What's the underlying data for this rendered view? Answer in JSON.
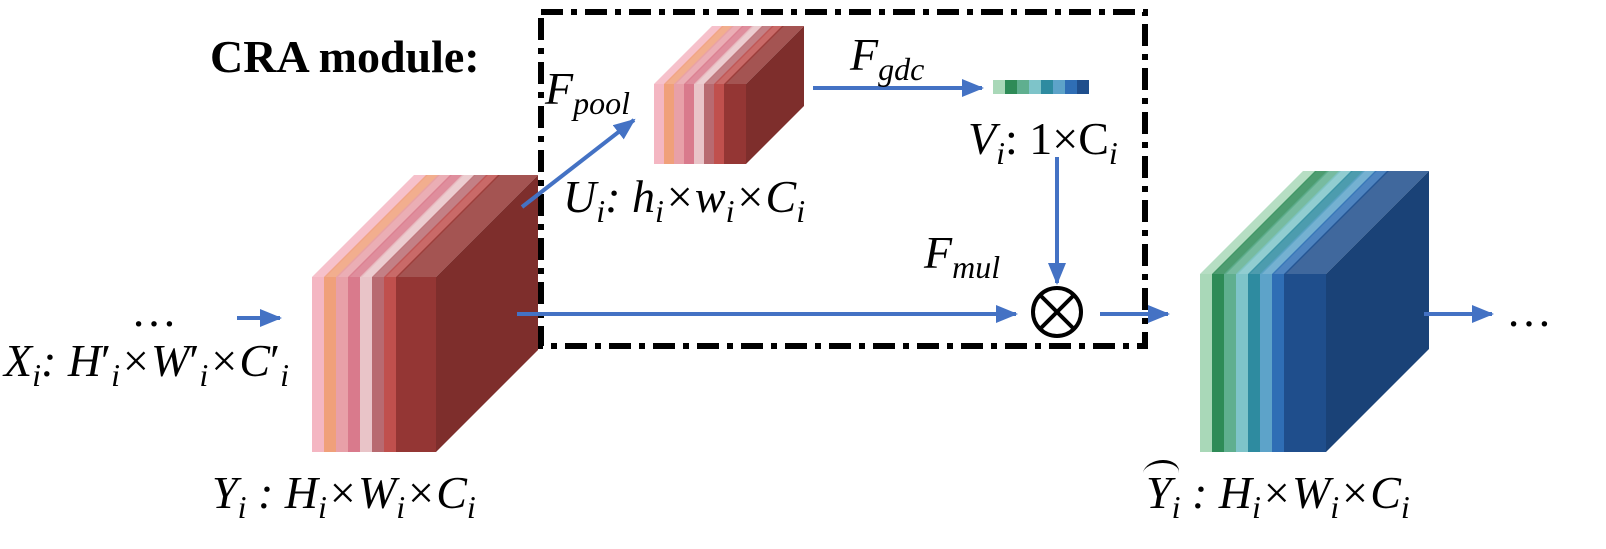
{
  "module": {
    "title": "CRA module:"
  },
  "labels": {
    "input_dots": "…",
    "output_dots": "…",
    "x_input": {
      "main": "X",
      "sub": "i",
      "rest": ": H",
      "p1": "′",
      "x1": "×W",
      "sub2": "i",
      "p2": "′",
      "x2": "×C",
      "sub3": "i",
      "p3": "′"
    },
    "y": {
      "main": "Y",
      "sub": "i",
      "rest": " : H",
      "sub2": "i",
      "x1": "×W",
      "sub3": "i",
      "x2": "×C",
      "sub4": "i"
    },
    "y_tilde": {
      "main": "Y",
      "sub": "i",
      "rest": " : H",
      "sub2": "i",
      "x1": "×W",
      "sub3": "i",
      "x2": "×C",
      "sub4": "i"
    },
    "u": {
      "main": "U",
      "sub": "i",
      "rest": ": h",
      "sub2": "i",
      "x1": "×w",
      "sub3": "i",
      "x2": "×C",
      "sub4": "i"
    },
    "v": {
      "main": "V",
      "sub": "i",
      "rest": ": 1×C",
      "sub2": "i"
    },
    "f_pool": {
      "main": "F",
      "sub": "pool"
    },
    "f_gdc": {
      "main": "F",
      "sub": "gdc"
    },
    "f_mul": {
      "main": "F",
      "sub": "mul"
    },
    "mul_symbol": "⊗"
  },
  "colors": {
    "arrow": "#4472C4",
    "red_stack": [
      "#F4B6C2",
      "#F0A07A",
      "#E8A0A8",
      "#D97A8C",
      "#E9C4C8",
      "#B86A70",
      "#C0504D",
      "#943634"
    ],
    "blue_stack": [
      "#A9D8B8",
      "#2E8B57",
      "#5FAF8F",
      "#7EC4C9",
      "#2E8BA0",
      "#5DA3C9",
      "#2F6EB5",
      "#1F4E8C"
    ],
    "v_vector": [
      "#A9D8B8",
      "#2E8B57",
      "#5FAF8F",
      "#7EC4C9",
      "#2E8BA0",
      "#5DA3C9",
      "#2F6EB5",
      "#1F4E8C"
    ]
  }
}
